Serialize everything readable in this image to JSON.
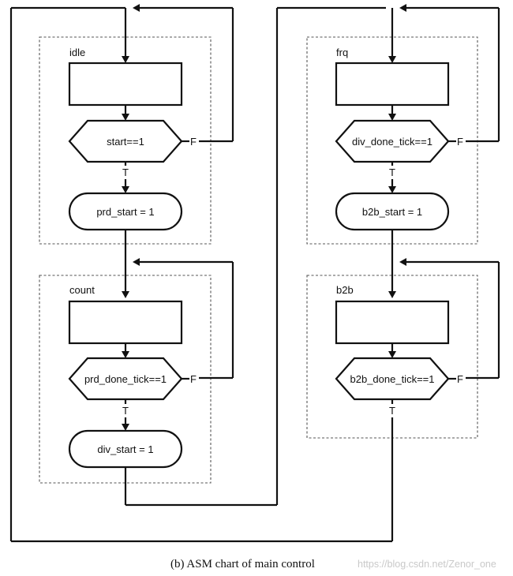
{
  "diagram": {
    "states": {
      "idle": {
        "name": "idle",
        "condition": "start==1",
        "true_label": "T",
        "false_label": "F",
        "action": "prd_start = 1"
      },
      "count": {
        "name": "count",
        "condition": "prd_done_tick==1",
        "true_label": "T",
        "false_label": "F",
        "action": "div_start  = 1"
      },
      "frq": {
        "name": "frq",
        "condition": "div_done_tick==1",
        "true_label": "T",
        "false_label": "F",
        "action": "b2b_start  = 1"
      },
      "b2b": {
        "name": "b2b",
        "condition": "b2b_done_tick==1",
        "true_label": "T",
        "false_label": "F"
      }
    }
  },
  "caption": "(b)  ASM chart of main control",
  "watermark": "https://blog.csdn.net/Zenor_one"
}
